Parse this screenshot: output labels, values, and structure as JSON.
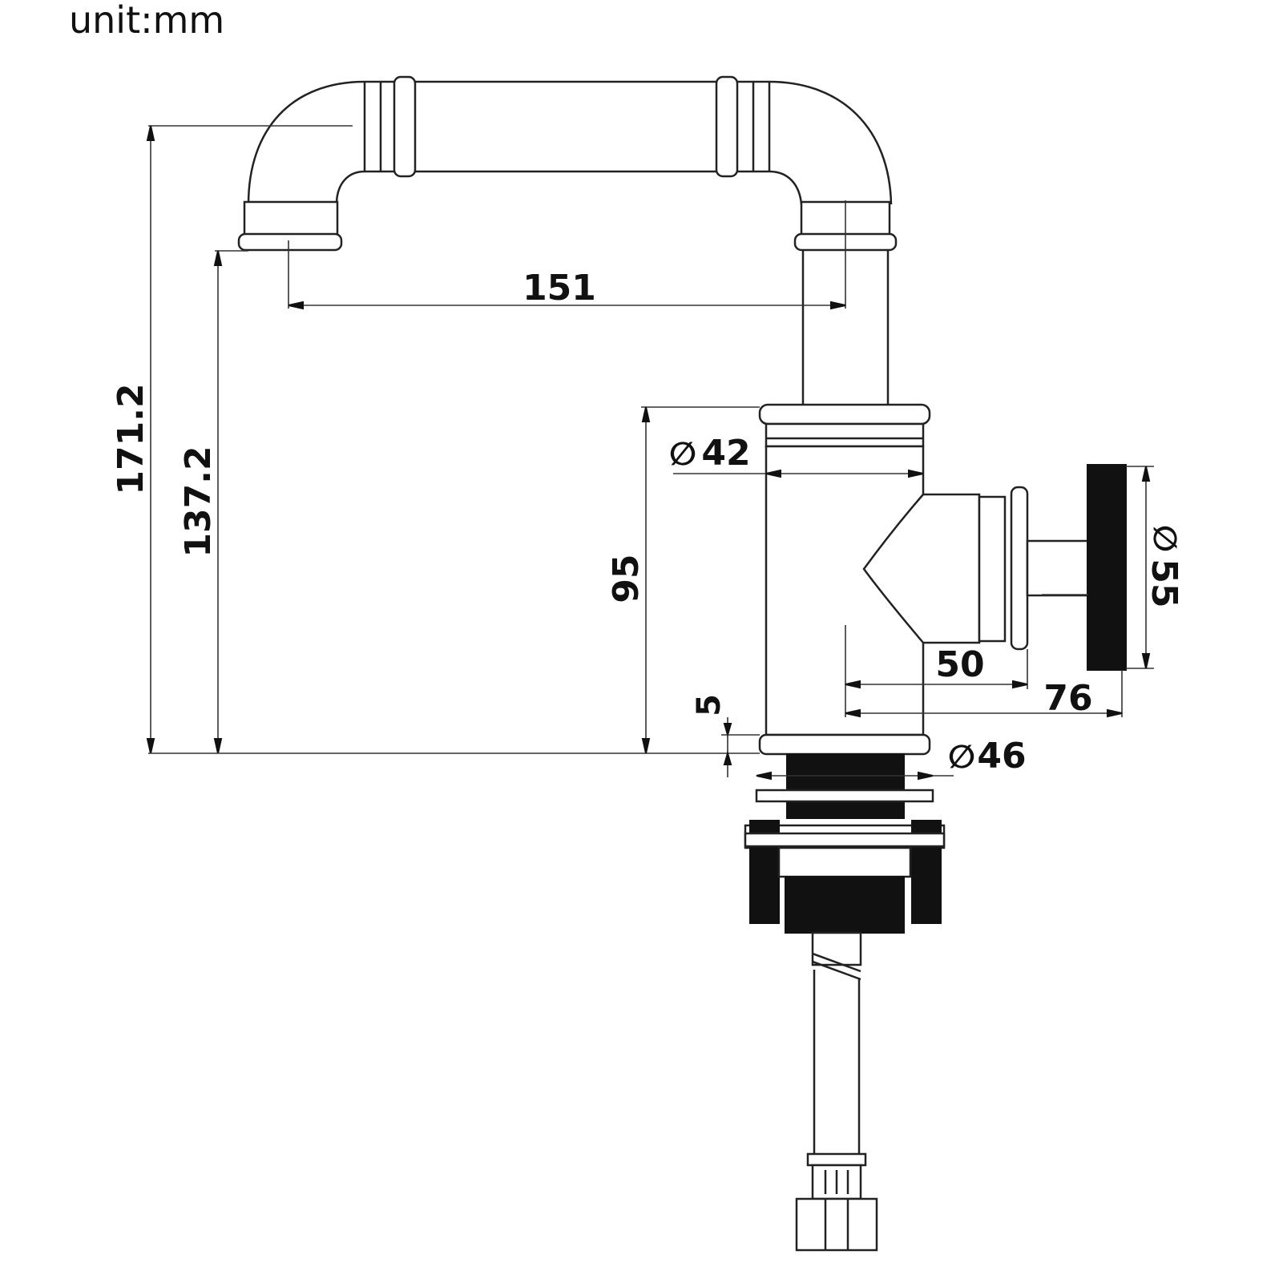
{
  "unit_label": "unit:mm",
  "dimensions": {
    "total_height": "171.2",
    "spout_height": "137.2",
    "spout_reach": "151",
    "body_height": "95",
    "body_diameter": "42",
    "base_diameter": "46",
    "base_gap": "5",
    "handle_diameter": "55",
    "handle_offset_short": "50",
    "handle_offset_long": "76",
    "diameter_symbol": "∅"
  }
}
